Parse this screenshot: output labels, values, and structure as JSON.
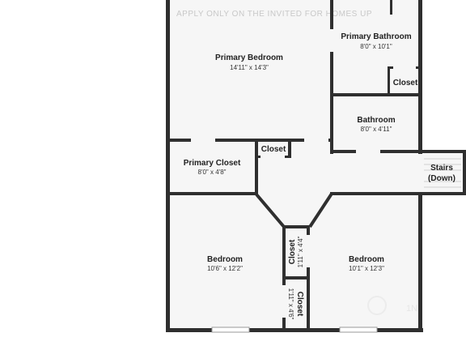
{
  "disclaimer_text": "APPLY ONLY ON THE INVITED FOR HOMES UP",
  "watermark_text": "1N",
  "rooms": {
    "primary_bedroom": {
      "name": "Primary Bedroom",
      "dims": "14'11\" x 14'3\""
    },
    "primary_bathroom": {
      "name": "Primary Bathroom",
      "dims": "8'0\" x 10'1\""
    },
    "closet_bath": {
      "name": "Closet"
    },
    "bathroom": {
      "name": "Bathroom",
      "dims": "8'0\" x 4'11\""
    },
    "primary_closet": {
      "name": "Primary Closet",
      "dims": "8'0\" x 4'8\""
    },
    "closet_small": {
      "name": "Closet"
    },
    "stairs": {
      "line1": "Stairs",
      "line2": "(Down)"
    },
    "bedroom_left": {
      "name": "Bedroom",
      "dims": "10'6\" x 12'2\""
    },
    "bedroom_right": {
      "name": "Bedroom",
      "dims": "10'1\" x 12'3\""
    },
    "closet_mid_top": {
      "name": "Closet",
      "dims": "1'11\" x 4'4\""
    },
    "closet_mid_bottom": {
      "name": "Closet",
      "dims": "1'11\" x 4'6\""
    }
  }
}
